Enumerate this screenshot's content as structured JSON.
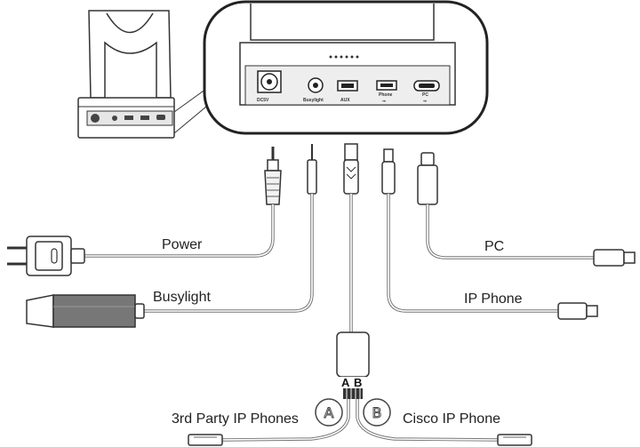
{
  "labels": {
    "power": "Power",
    "busylight": "Busylight",
    "pc": "PC",
    "ip_phone": "IP Phone",
    "third_party": "3rd Party IP Phones",
    "cisco": "Cisco IP Phone",
    "circle_a": "A",
    "circle_b": "B",
    "splitter_a": "A",
    "splitter_b": "B"
  },
  "ports": {
    "dc": "DC5V",
    "busylight": "Busylight",
    "aux": "AUX",
    "phone": "Phone",
    "pc": "PC"
  }
}
